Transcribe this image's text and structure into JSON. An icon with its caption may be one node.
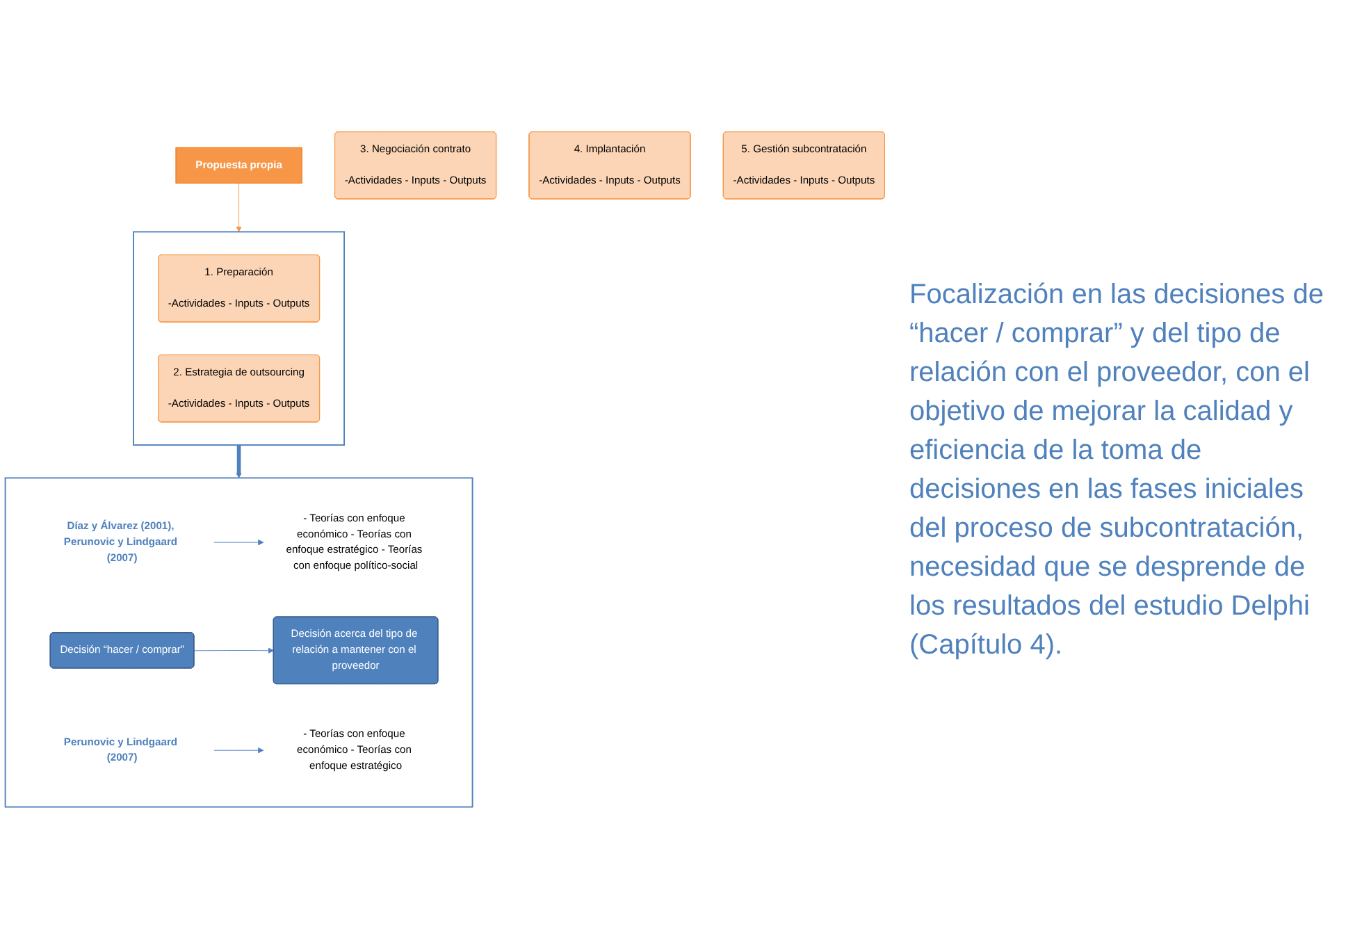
{
  "diagram": {
    "nodes": [
      {
        "text": [
          "Propuesta propia"
        ]
      },
      {
        "text": [],
        "shape": "box"
      },
      {
        "text": [
          "1. Preparación",
          "-Actividades - Inputs - Outputs"
        ],
        "in": 1
      },
      {
        "text": [
          "2. Estrategia de outsourcing",
          "-Actividades - Inputs - Outputs"
        ],
        "in": 1
      },
      {
        "text": [
          "3. Negociación contrato",
          "-Actividades - Inputs - Outputs"
        ]
      },
      {
        "text": [
          "4. Implantación",
          "-Actividades - Inputs - Outputs"
        ]
      },
      {
        "text": [
          "5. Gestión subcontratación",
          "-Actividades - Inputs - Outputs"
        ]
      },
      {
        "text": [],
        "shape": "box"
      },
      {
        "text": [
          "Díaz y Álvarez (2001), Perunovic y Lindgaard (2007)"
        ],
        "in": 7
      },
      {
        "text": [
          "- Teorías con enfoque económico - Teorías con enfoque estratégico - Teorías con enfoque político-social"
        ],
        "in": 7
      },
      {
        "text": [
          "Decisión “hacer / comprar”"
        ],
        "in": 7
      },
      {
        "text": [
          "Decisión acerca del tipo de relación a mantener con el proveedor"
        ],
        "in": 7
      },
      {
        "text": [
          "- Teorías con enfoque económico - Teorías con enfoque estratégico"
        ],
        "in": 7
      },
      {
        "text": [
          "Perunovic y Lindgaard (2007)"
        ],
        "in": 7
      }
    ],
    "edges": [
      {
        "from": 0,
        "to": 1,
        "arrow": "to",
        "color": "#f79646"
      },
      {
        "from": 1,
        "to": 7,
        "arrow": "to",
        "style": "thick"
      },
      {
        "from": 8,
        "to": 9,
        "arrow": "to"
      },
      {
        "from": 10,
        "to": 11,
        "arrow": "to"
      },
      {
        "from": 13,
        "to": 12,
        "arrow": "to"
      }
    ],
    "labels": [
      "Focalización en las decisiones de “hacer / comprar” y del tipo de relación con el proveedor, con el objetivo de mejorar la calidad y eficiencia de la toma de decisiones en las fases iniciales del proceso de subcontratación, necesidad que se desprende de los resultados del estudio Delphi (Capítulo 4)."
    ]
  }
}
